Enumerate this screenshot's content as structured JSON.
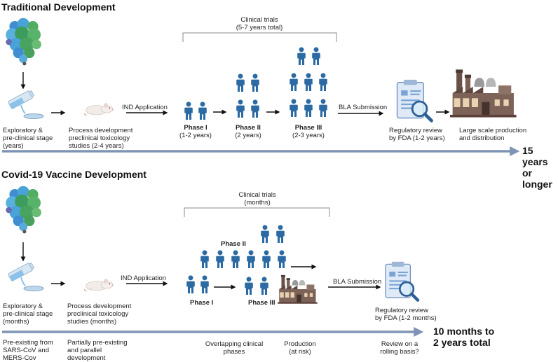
{
  "traditional": {
    "title": "Traditional Development",
    "clinical_trials": "Clinical trials",
    "clinical_trials_sub": "(5-7 years total)",
    "stage1_l1": "Exploratory &",
    "stage1_l2": "pre-clinical stage",
    "stage1_l3": "(years)",
    "stage2_l1": "Process development",
    "stage2_l2": "preclinical toxicology",
    "stage2_l3": "studies (2-4 years)",
    "ind": "IND Application",
    "phase1": "Phase I",
    "phase1_sub": "(1-2 years)",
    "phase2": "Phase II",
    "phase2_sub": "(2 years)",
    "phase3": "Phase III",
    "phase3_sub": "(2-3 years)",
    "bla": "BLA Submission",
    "review_l1": "Regulatory review",
    "review_l2": "by FDA (1-2 years)",
    "prod_l1": "Large scale production",
    "prod_l2": "and distribution",
    "total_l1": "15 years",
    "total_l2": "or longer"
  },
  "covid": {
    "title": "Covid-19 Vaccine Development",
    "clinical_trials": "Clinical trials",
    "clinical_trials_sub": "(months)",
    "stage1_l1": "Exploratory &",
    "stage1_l2": "pre-clinical stage",
    "stage1_l3": "(months)",
    "stage2_l1": "Process development",
    "stage2_l2": "preclinical toxicology",
    "stage2_l3": "studies (months)",
    "ind": "IND Application",
    "phase1": "Phase I",
    "phase2": "Phase II",
    "phase3": "Phase III",
    "bla": "BLA Submission",
    "review_l1": "Regulatory review",
    "review_l2": "by FDA (1-2 months)",
    "total_l1": "10 months to",
    "total_l2": "2 years total",
    "note1_l1": "Pre-existing from",
    "note1_l2": "SARS-CoV and",
    "note1_l3": "MERS-Cov",
    "note2_l1": "Partially pre-existing",
    "note2_l2": "and parallel",
    "note2_l3": "development",
    "note3_l1": "Overlapping clinical",
    "note3_l2": "phases",
    "note4_l1": "Production",
    "note4_l2": "(at risk)",
    "note5_l1": "Review on a",
    "note5_l2": "rolling basis?"
  },
  "colors": {
    "person": "#2b6aa3",
    "timeline": "#7f93b4",
    "protein_green": "#4a9a5a",
    "protein_blue": "#5a9fd4",
    "factory": "#6e5548",
    "document": "#cfe0f3"
  },
  "icons": [
    "spike-protein-icon",
    "flask-pour-icon",
    "mouse-icon",
    "person-icon",
    "document-magnifier-icon",
    "factory-icon",
    "arrow-icon",
    "bracket"
  ]
}
